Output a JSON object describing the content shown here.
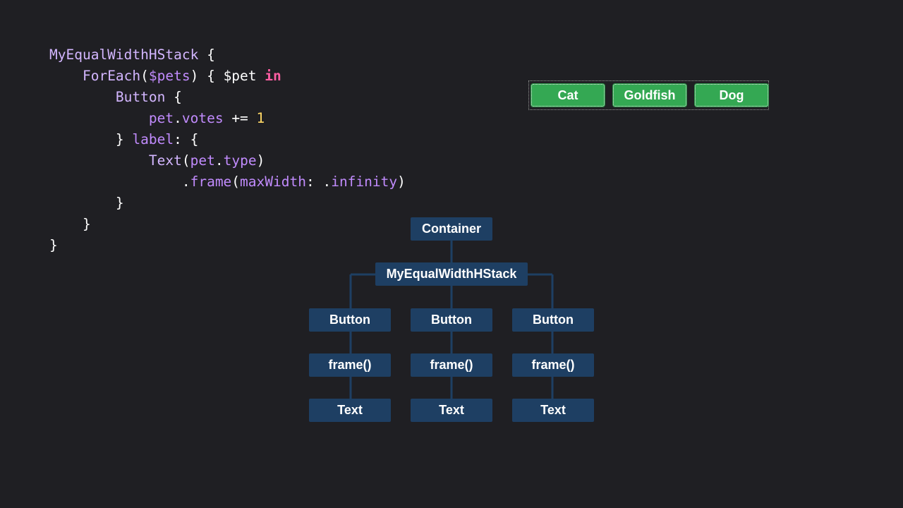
{
  "code_lines": [
    {
      "indent": "",
      "tokens": [
        {
          "t": "MyEqualWidthHStack",
          "c": "type"
        },
        {
          "t": " {",
          "c": "plain"
        }
      ]
    },
    {
      "indent": "    ",
      "tokens": [
        {
          "t": "ForEach",
          "c": "type"
        },
        {
          "t": "(",
          "c": "plain"
        },
        {
          "t": "$pets",
          "c": "prop"
        },
        {
          "t": ") { $pet ",
          "c": "plain"
        },
        {
          "t": "in",
          "c": "kw"
        }
      ]
    },
    {
      "indent": "        ",
      "tokens": [
        {
          "t": "Button",
          "c": "type"
        },
        {
          "t": " {",
          "c": "plain"
        }
      ]
    },
    {
      "indent": "            ",
      "tokens": [
        {
          "t": "pet",
          "c": "prop"
        },
        {
          "t": ".",
          "c": "plain"
        },
        {
          "t": "votes",
          "c": "prop"
        },
        {
          "t": " += ",
          "c": "plain"
        },
        {
          "t": "1",
          "c": "num"
        }
      ]
    },
    {
      "indent": "        ",
      "tokens": [
        {
          "t": "} ",
          "c": "plain"
        },
        {
          "t": "label",
          "c": "prop"
        },
        {
          "t": ": {",
          "c": "plain"
        }
      ]
    },
    {
      "indent": "            ",
      "tokens": [
        {
          "t": "Text",
          "c": "type"
        },
        {
          "t": "(",
          "c": "plain"
        },
        {
          "t": "pet",
          "c": "prop"
        },
        {
          "t": ".",
          "c": "plain"
        },
        {
          "t": "type",
          "c": "prop"
        },
        {
          "t": ")",
          "c": "plain"
        }
      ]
    },
    {
      "indent": "                ",
      "tokens": [
        {
          "t": ".",
          "c": "plain"
        },
        {
          "t": "frame",
          "c": "prop"
        },
        {
          "t": "(",
          "c": "plain"
        },
        {
          "t": "maxWidth",
          "c": "prop"
        },
        {
          "t": ": .",
          "c": "plain"
        },
        {
          "t": "infinity",
          "c": "prop"
        },
        {
          "t": ")",
          "c": "plain"
        }
      ]
    },
    {
      "indent": "        ",
      "tokens": [
        {
          "t": "}",
          "c": "plain"
        }
      ]
    },
    {
      "indent": "    ",
      "tokens": [
        {
          "t": "}",
          "c": "plain"
        }
      ]
    },
    {
      "indent": "",
      "tokens": [
        {
          "t": "}",
          "c": "plain"
        }
      ]
    }
  ],
  "preview": {
    "buttons": [
      "Cat",
      "Goldfish",
      "Dog"
    ]
  },
  "tree": {
    "root": "Container",
    "stack": "MyEqualWidthHStack",
    "columns": [
      {
        "button": "Button",
        "frame": "frame()",
        "text": "Text"
      },
      {
        "button": "Button",
        "frame": "frame()",
        "text": "Text"
      },
      {
        "button": "Button",
        "frame": "frame()",
        "text": "Text"
      }
    ]
  },
  "colors": {
    "background": "#1f1f23",
    "node_fill": "#1e3f63",
    "connector": "#1e3f63",
    "button_green": "#34a853",
    "code_type": "#d3b6ff",
    "code_property": "#c18bfd",
    "code_keyword": "#ff5ea3",
    "code_number": "#ffd866"
  }
}
